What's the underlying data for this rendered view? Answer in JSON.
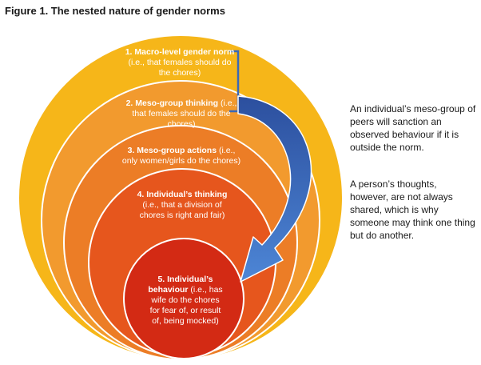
{
  "figure": {
    "title": "Figure 1. The nested nature of gender norms"
  },
  "levels": [
    {
      "id": 1,
      "bold": "1. Macro-level gender norm",
      "rest": " (i.e., that females should do the chores)",
      "color": "#f6b619"
    },
    {
      "id": 2,
      "bold": "2. Meso-group thinking",
      "rest": " (i.e., that females should do the chores)",
      "color": "#f29a2e"
    },
    {
      "id": 3,
      "bold": "3. Meso-group actions",
      "rest": " (i.e., only women/girls do the chores)",
      "color": "#ec7d26"
    },
    {
      "id": 4,
      "bold": "4. Individual’s thinking",
      "rest": " (i.e., that a division of chores is right and fair)",
      "color": "#e6561d"
    },
    {
      "id": 5,
      "bold": "5. Individual’s behaviour",
      "rest": " (i.e., has wife do the chores for fear of, or result of, being mocked)",
      "color": "#d32a14"
    }
  ],
  "notes": {
    "paragraph1": "An individual’s meso-group of peers will sanction an observed behaviour if it is outside the norm.",
    "paragraph2": "A person’s thoughts, however, are not always shared, which is why someone may think one thing but do another."
  },
  "colors": {
    "bracket": "#3a68b8",
    "arrow_dark": "#2c4f9e",
    "arrow_light": "#4d86d6"
  }
}
